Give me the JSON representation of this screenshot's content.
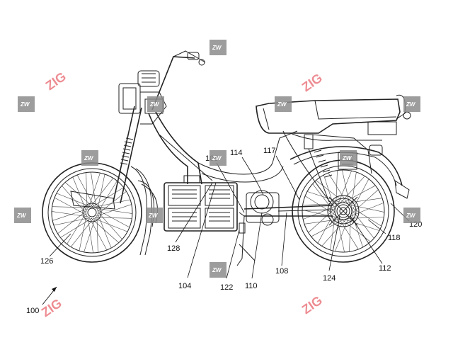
{
  "figure": {
    "reference_numerals": [
      "100",
      "104",
      "106",
      "108",
      "110",
      "112",
      "114",
      "117",
      "118",
      "120",
      "122",
      "124",
      "126",
      "128"
    ]
  },
  "watermarks": {
    "zw_text": "ZW",
    "zig_text": "ZIG"
  }
}
